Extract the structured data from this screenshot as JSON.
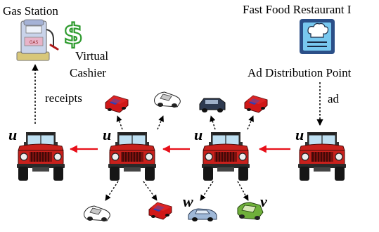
{
  "labels": {
    "gas_station": "Gas Station",
    "virtual_cashier_line1": "Virtual",
    "virtual_cashier_line2": "Cashier",
    "fast_food": "Fast Food Restaurant I",
    "ad_distribution_point": "Ad Distribution Point",
    "receipts": "receipts",
    "ad": "ad"
  },
  "vehicle_labels": {
    "u1": "u",
    "u2": "u",
    "u3": "u",
    "u4": "u",
    "w": "w",
    "v": "v"
  },
  "icons": {
    "gas_pump": "gas-pump-icon",
    "dollar": "dollar-icon",
    "chef": "chef-hat-icon"
  },
  "colors": {
    "forward_arrow": "#e8101a",
    "jeep_body": "#c8201c",
    "dashed_arrow": "#000000",
    "chef_sign_border": "#2b4f88",
    "chef_sign_fill": "#78c8ef"
  }
}
